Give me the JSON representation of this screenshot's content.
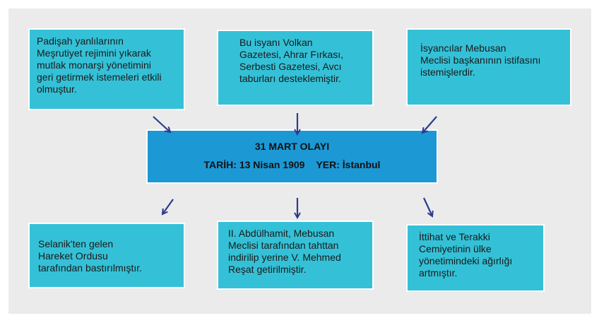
{
  "center": {
    "title": "31 MART OLAYI",
    "date_label": "TARİH: 13 Nisan 1909",
    "place_label": "YER: İstanbul"
  },
  "causes": [
    {
      "text": "Padişah yanlılarının\nMeşrutiyet rejimini yıkarak\nmutlak monarşi yönetimini\ngeri getirmek istemeleri etkili\nolmuştur."
    },
    {
      "text": "Bu isyanı Volkan\nGazetesi, Ahrar Fırkası,\nSerbesti Gazetesi, Avcı\ntaburları desteklemiştir."
    },
    {
      "text": "İsyancılar Mebusan\nMeclisi başkanının istifasını\nistemişlerdir."
    }
  ],
  "results": [
    {
      "text": "Selanik'ten gelen\nHareket Ordusu\ntarafından bastırılmıştır."
    },
    {
      "text": "II. Abdülhamit, Mebusan\nMeclisi tarafından tahttan\nindirilip yerine V. Mehmed\nReşat getirilmiştir."
    },
    {
      "text": "İttihat ve Terakki\nCemiyetinin ülke\nyönetimindeki ağırlığı\nartmıştır."
    }
  ],
  "colors": {
    "box": "#34c1d7",
    "center": "#1c98d5",
    "arrow": "#2b3a8f",
    "background": "#ebebeb"
  }
}
